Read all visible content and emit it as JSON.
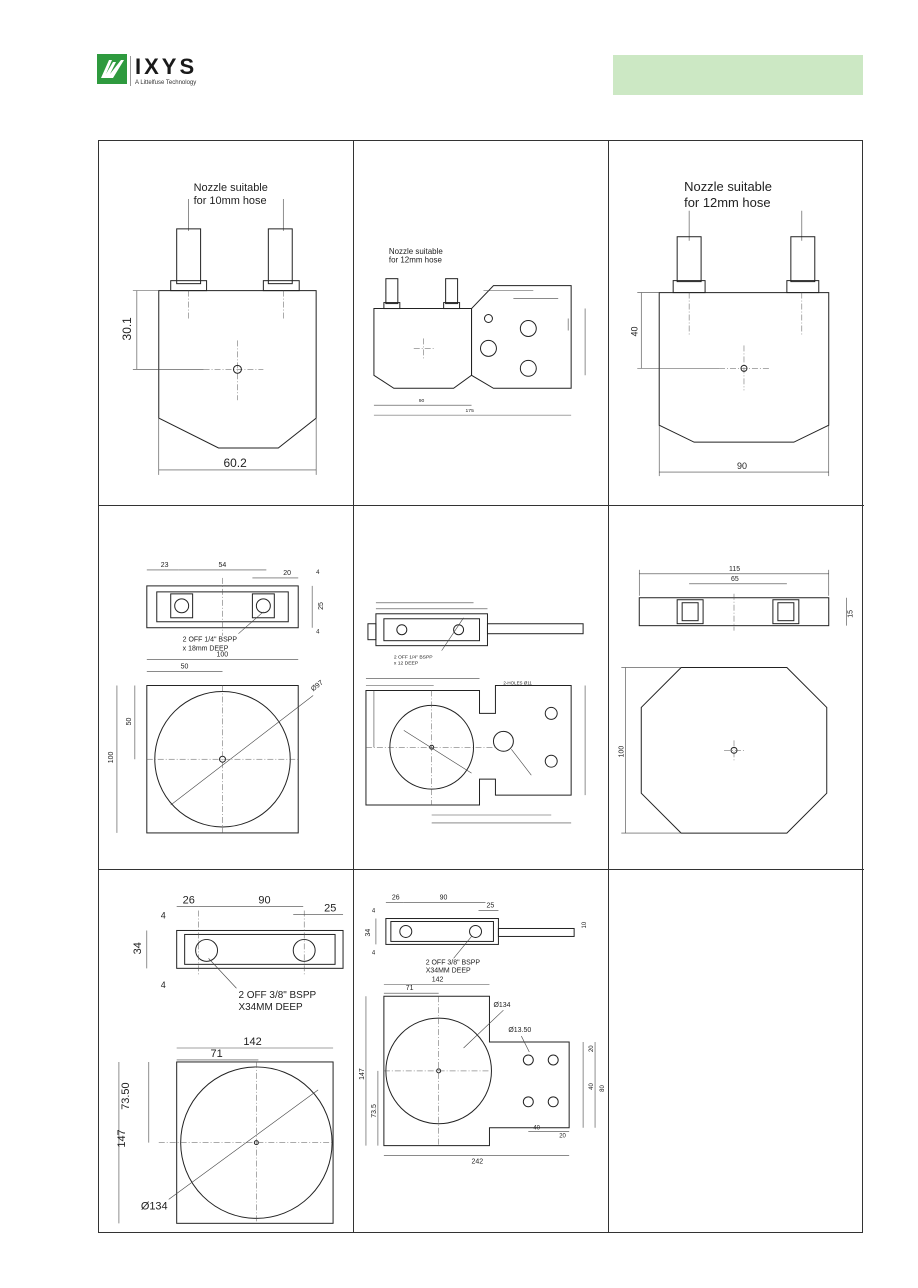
{
  "header": {
    "brand": "IXYS",
    "tagline": "A Littelfuse Technology",
    "accent_color": "#2e9a3e",
    "band_color": "#cce8c4"
  },
  "drawings": {
    "d1": {
      "note_line1": "Nozzle suitable",
      "note_line2": "for 10mm hose",
      "dim_height": "30.1",
      "dim_width": "60.2"
    },
    "d2": {
      "note_line1": "Nozzle suitable",
      "note_line2": "for 12mm hose",
      "dim_total": "175",
      "dim_partial": "90"
    },
    "d3": {
      "note_line1": "Nozzle suitable",
      "note_line2": "for 12mm hose",
      "dim_height": "40",
      "dim_width": "90"
    },
    "d4": {
      "dim_a": "23",
      "dim_b": "54",
      "dim_c": "20",
      "dim_top": "4",
      "dim_thick": "25",
      "dim_bottom": "4",
      "note_line1": "2 OFF 1/4\" BSPP",
      "note_line2": "x 18mm DEEP",
      "dim_outer": "100",
      "dim_half": "50",
      "dim_side": "100",
      "dim_half_side": "50",
      "dim_dia": "Ø97"
    },
    "d5": {
      "note_line1": "2 OFF 1/4\" BSPP",
      "note_line2": "x 12 DEEP",
      "hole_note": "2-HOLES Ø11"
    },
    "d6": {
      "dim_outer": "115",
      "dim_inner": "65",
      "dim_thick": "15",
      "dim_height": "100"
    },
    "d7": {
      "dim_a": "26",
      "dim_b": "90",
      "dim_c": "25",
      "dim_top": "4",
      "dim_thick": "34",
      "dim_bottom": "4",
      "note_line1": "2 OFF 3/8\" BSPP",
      "note_line2": "X34MM DEEP",
      "dim_outer": "142",
      "dim_half": "71",
      "dim_offset": "73.50",
      "dim_side": "147",
      "dim_dia": "Ø134"
    },
    "d8": {
      "dim_a": "26",
      "dim_b": "90",
      "dim_c": "25",
      "dim_top": "4",
      "dim_thick": "34",
      "dim_bottom": "4",
      "dim_tab": "10",
      "note_line1": "2 OFF 3/8\" BSPP",
      "note_line2": "X34MM DEEP",
      "dim_outer": "142",
      "dim_half": "71",
      "dim_dia": "Ø134",
      "dim_hole": "Ø13.50",
      "dim_r1": "20",
      "dim_r2": "40",
      "dim_r3": "80",
      "dim_b1": "40",
      "dim_b2": "20",
      "dim_side": "147",
      "dim_offset": "73.5",
      "dim_total": "242"
    }
  }
}
